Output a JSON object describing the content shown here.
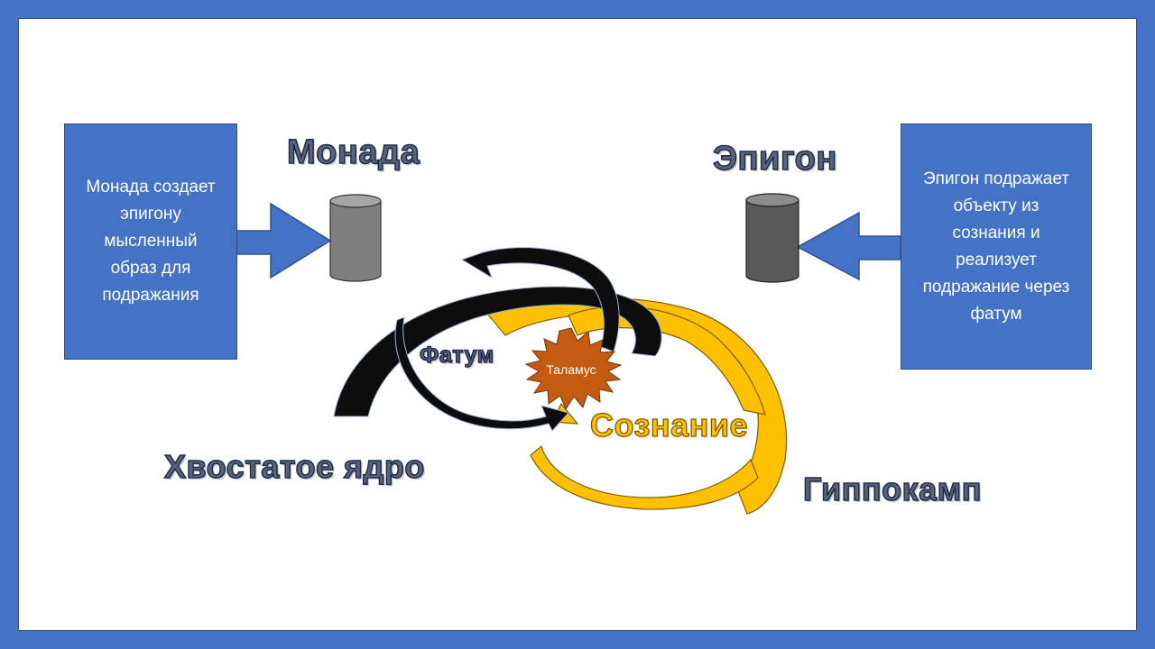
{
  "left_box": {
    "lines": [
      "Монада создает",
      "эпигону",
      "мысленный",
      "образ для",
      "подражания"
    ]
  },
  "right_box": {
    "lines": [
      "Эпигон подражает",
      "объекту из",
      "сознания и",
      "реализует",
      "подражание через",
      "фатум"
    ]
  },
  "labels": {
    "monada": "Монада",
    "epigon": "Эпигон",
    "fatum": "Фатум",
    "thalamus": "Таламус",
    "soznanie": "Сознание",
    "caudate": "Хвостатое ядро",
    "hippocampus": "Гиппокамп"
  },
  "colors": {
    "background_frame": "#4472c4",
    "box_fill": "#4472c4",
    "monada_cylinder": "#7f7f7f",
    "epigon_cylinder": "#595959",
    "black_arrows": "#0d0d0d",
    "yellow_arrows": "#ffc000",
    "thalamus_fill": "#c55a11"
  }
}
